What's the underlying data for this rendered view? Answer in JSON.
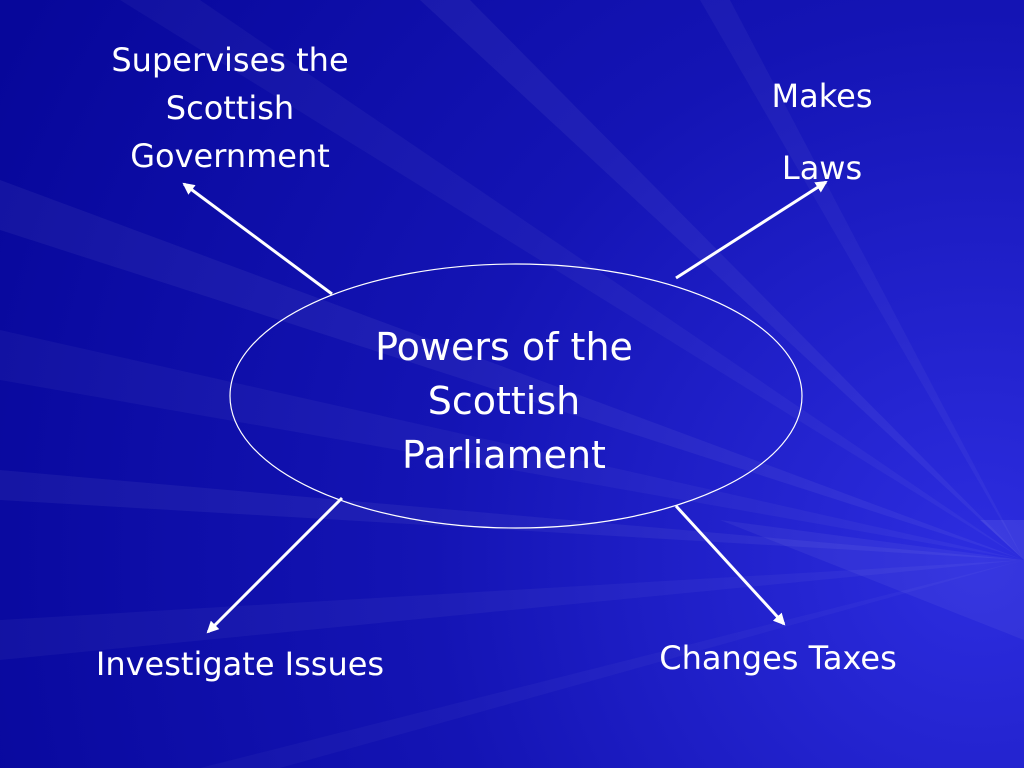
{
  "diagram": {
    "center": {
      "lines": [
        "Powers of the",
        "Scottish",
        "Parliament"
      ]
    },
    "nodes": {
      "supervises": {
        "lines": [
          "Supervises the",
          "Scottish",
          "Government"
        ]
      },
      "makes_laws": {
        "lines": [
          "Makes",
          "Laws"
        ]
      },
      "investigate": {
        "text": "Investigate Issues"
      },
      "taxes": {
        "text": "Changes Taxes"
      }
    }
  },
  "colors": {
    "background": "#0b0b9c",
    "background_light": "#2a2ad0",
    "text": "#ffffff",
    "stroke": "#ffffff"
  }
}
